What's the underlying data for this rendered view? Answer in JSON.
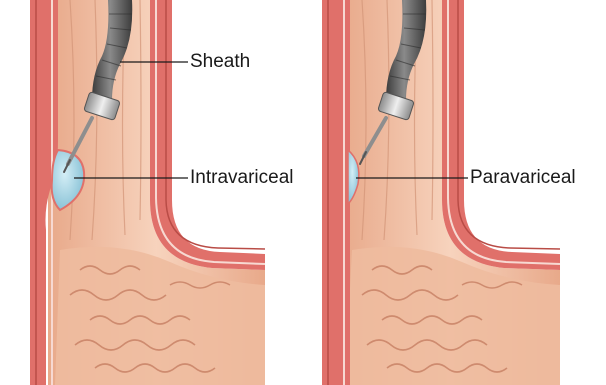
{
  "labels": {
    "sheath": "Sheath",
    "intravariceal": "Intravariceal",
    "paravariceal": "Paravariceal"
  },
  "colors": {
    "wall_outer": "#e0706a",
    "wall_dark": "#b94c46",
    "mucosa_line": "#f7d9d2",
    "lumen": "#f3c4a8",
    "lumen_shadow": "#d99a7c",
    "fold": "#c77f63",
    "varix": "#a8d6e6",
    "scope": "#6e6e6e",
    "scope_dark": "#3c3c3c",
    "metal": "#c8c8c8",
    "needle": "#9a9a9a"
  },
  "panels": [
    {
      "name": "intravariceal-panel",
      "injection": "intravariceal"
    },
    {
      "name": "paravariceal-panel",
      "injection": "paravariceal"
    }
  ]
}
